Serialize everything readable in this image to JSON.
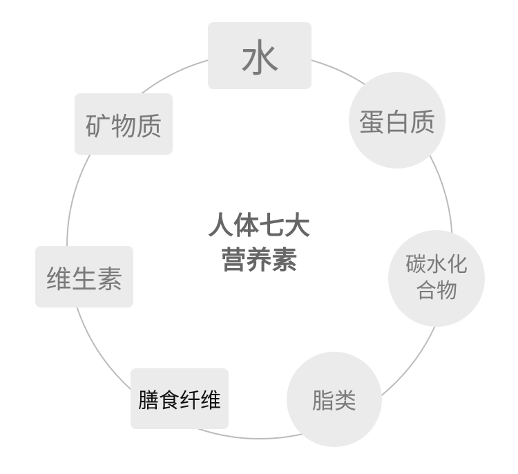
{
  "diagram": {
    "center": {
      "line1": "人体七大",
      "line2": "营养素"
    },
    "nodes": {
      "water": "水",
      "protein": "蛋白质",
      "carb_line1": "碳水化",
      "carb_line2": "合物",
      "fat": "脂类",
      "fiber": "膳食纤维",
      "vitamin": "维生素",
      "mineral": "矿物质"
    },
    "colors": {
      "ring": "#bbbbbb",
      "node_fill": "#ebebeb",
      "node_text": "#7a7a7a",
      "center_text": "#666666",
      "fiber_text": "#111111"
    }
  }
}
